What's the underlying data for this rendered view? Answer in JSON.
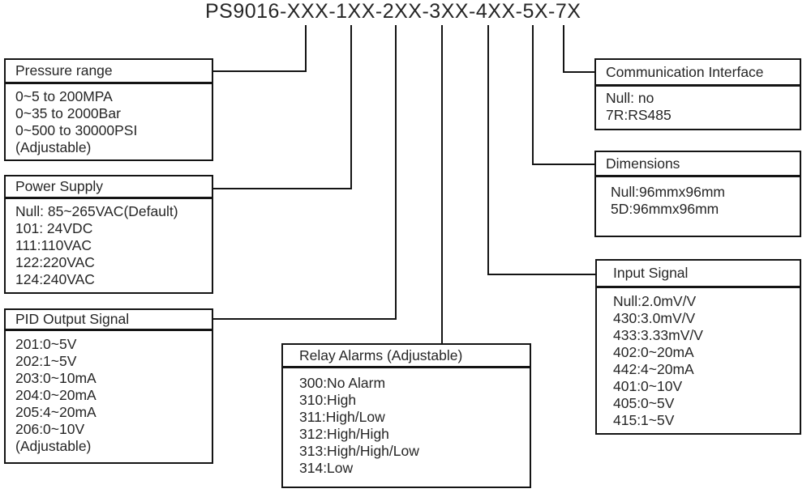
{
  "title": "PS9016-XXX-1XX-2XX-3XX-4XX-5X-7X",
  "colors": {
    "line": "#141414",
    "text": "#262626",
    "background": "#ffffff"
  },
  "boxes": {
    "pressure_range": {
      "header": "Pressure range",
      "lines": [
        "0~5 to 200MPA",
        "0~35 to 2000Bar",
        "0~500 to 30000PSI",
        "(Adjustable)"
      ]
    },
    "power_supply": {
      "header": "Power Supply",
      "lines": [
        "Null: 85~265VAC(Default)",
        "101: 24VDC",
        "111:110VAC",
        "122:220VAC",
        "124:240VAC"
      ]
    },
    "pid_output_signal": {
      "header": "PID Output Signal",
      "lines": [
        "201:0~5V",
        "202:1~5V",
        "203:0~10mA",
        "204:0~20mA",
        "205:4~20mA",
        "206:0~10V",
        "(Adjustable)"
      ]
    },
    "relay_alarms": {
      "header": "Relay Alarms (Adjustable)",
      "lines": [
        "300:No Alarm",
        "310:High",
        "311:High/Low",
        "312:High/High",
        "313:High/High/Low",
        "314:Low"
      ]
    },
    "input_signal": {
      "header": "Input Signal",
      "lines": [
        "Null:2.0mV/V",
        "430:3.0mV/V",
        "433:3.33mV/V",
        "402:0~20mA",
        "442:4~20mA",
        "401:0~10V",
        "405:0~5V",
        "415:1~5V"
      ]
    },
    "dimensions": {
      "header": "Dimensions",
      "lines": [
        "Null:96mmx96mm",
        "5D:96mmx96mm"
      ]
    },
    "communication_interface": {
      "header": "Communication Interface",
      "lines": [
        "Null: no",
        "7R:RS485"
      ]
    }
  }
}
